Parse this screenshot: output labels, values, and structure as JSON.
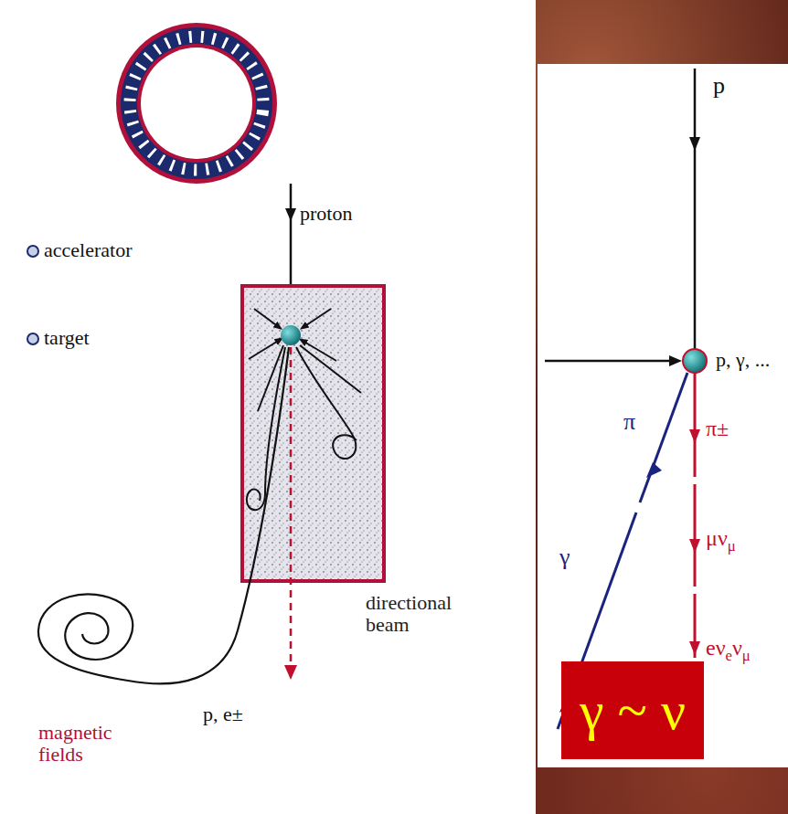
{
  "diagram": {
    "nodes": [
      {
        "text": [
          "γ ~ ν"
        ]
      }
    ],
    "labels": [
      "accelerator",
      "target",
      "proton",
      "directional beam",
      "p, e±",
      "magnetic fields",
      "p",
      "p, γ, ...",
      "π",
      "γ",
      "π±",
      "μνμ",
      "eνeνμ"
    ]
  }
}
